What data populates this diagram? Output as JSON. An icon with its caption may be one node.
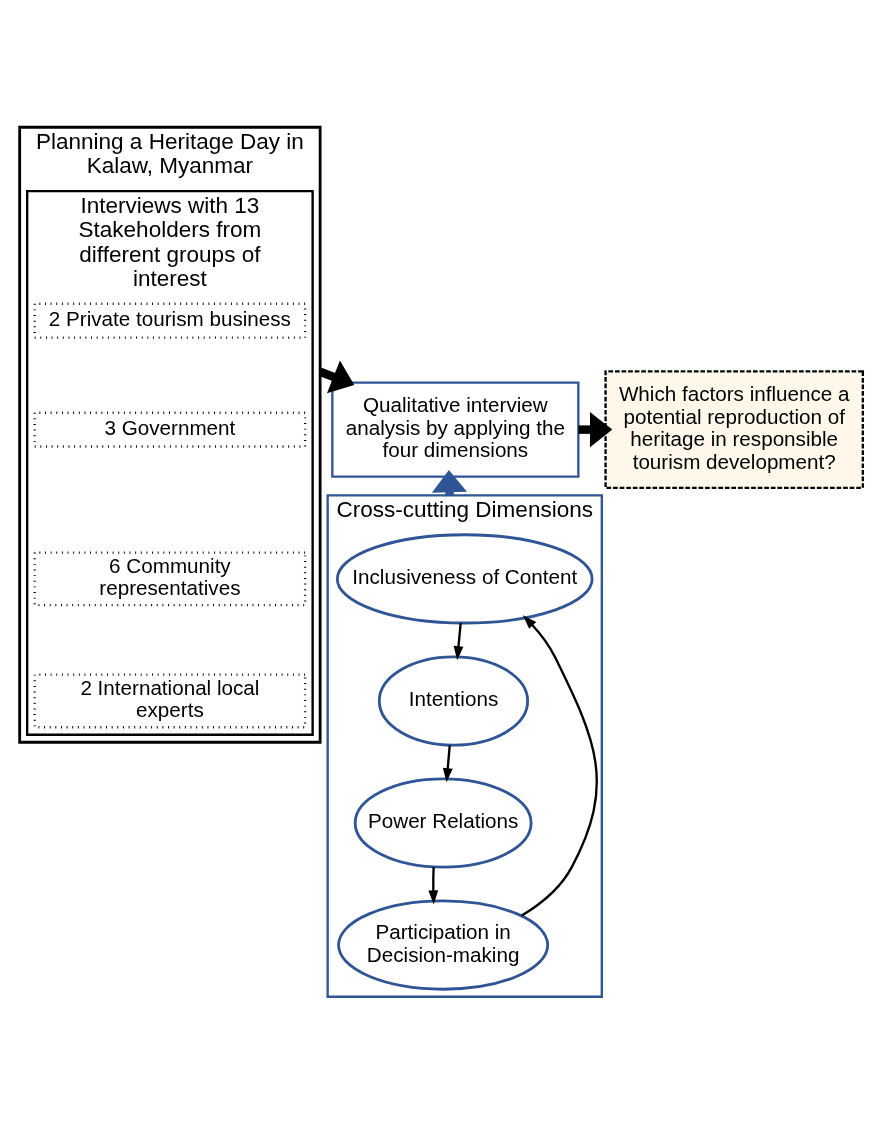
{
  "diagram": {
    "nodes": [
      {
        "text": [
          "Planning a Heritage Day in Kalaw, Myanmar"
        ]
      },
      {
        "text": [
          "Interviews with 13 Stakeholders from different groups of interest"
        ],
        "in": 0
      },
      {
        "text": [
          "2 Private tourism business"
        ],
        "in": 1
      },
      {
        "text": [
          "3 Government"
        ],
        "in": 1
      },
      {
        "text": [
          "6 Community representatives"
        ],
        "in": 1
      },
      {
        "text": [
          "2 International local experts"
        ],
        "in": 1
      },
      {
        "text": [
          "Qualitative interview analysis by applying the four dimensions"
        ]
      },
      {
        "text": [
          "Which factors influence a potential reproduction of heritage in responsible tourism development?"
        ]
      },
      {
        "text": [
          "Cross-cutting Dimensions"
        ]
      },
      {
        "text": [
          "Inclusiveness of Content"
        ],
        "in": 8
      },
      {
        "text": [
          "Intentions"
        ],
        "in": 8
      },
      {
        "text": [
          "Power Relations"
        ],
        "in": 8
      },
      {
        "text": [
          "Participation in Decision-making"
        ],
        "in": 8
      }
    ],
    "edges": [
      {
        "from": 0,
        "to": 6,
        "arrow": "to",
        "style": "thick"
      },
      {
        "from": 6,
        "to": 7,
        "arrow": "to",
        "style": "thick"
      },
      {
        "from": 8,
        "to": 6,
        "arrow": "to",
        "style": "thick",
        "color": "#2f5597"
      },
      {
        "from": 9,
        "to": 10,
        "arrow": "to"
      },
      {
        "from": 10,
        "to": 11,
        "arrow": "to"
      },
      {
        "from": 11,
        "to": 12,
        "arrow": "to"
      },
      {
        "from": 12,
        "to": 9,
        "arrow": "to"
      }
    ]
  }
}
